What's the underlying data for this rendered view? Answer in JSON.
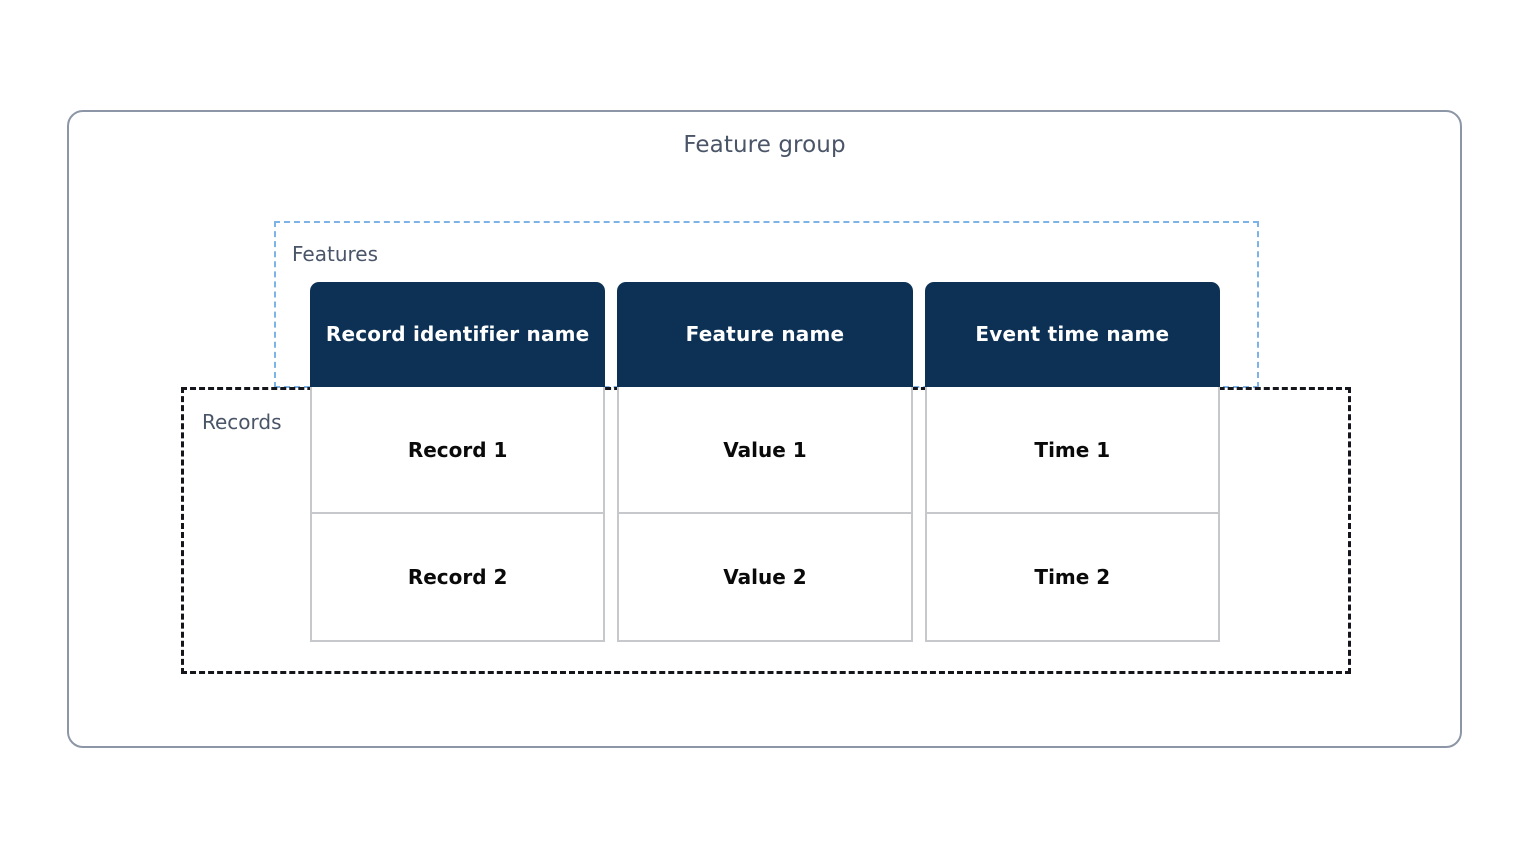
{
  "diagram": {
    "title": "Feature group",
    "groups": [
      {
        "key": "features",
        "label": "Features",
        "border_color": "#7eb3e8",
        "border_style": "dashed"
      },
      {
        "key": "records",
        "label": "Records",
        "border_color": "#14161c",
        "border_style": "dashed"
      }
    ],
    "outer_border_color": "#8c96a6",
    "header_fill": "#0c3155",
    "header_text_color": "#ffffff",
    "cell_border_color": "#c6c8cc",
    "label_text_color": "#4a5568"
  },
  "table": {
    "columns": [
      {
        "header": "Record identifier name",
        "cells": [
          "Record 1",
          "Record 2"
        ]
      },
      {
        "header": "Feature name",
        "cells": [
          "Value 1",
          "Value 2"
        ]
      },
      {
        "header": "Event time name",
        "cells": [
          "Time 1",
          "Time 2"
        ]
      }
    ]
  }
}
